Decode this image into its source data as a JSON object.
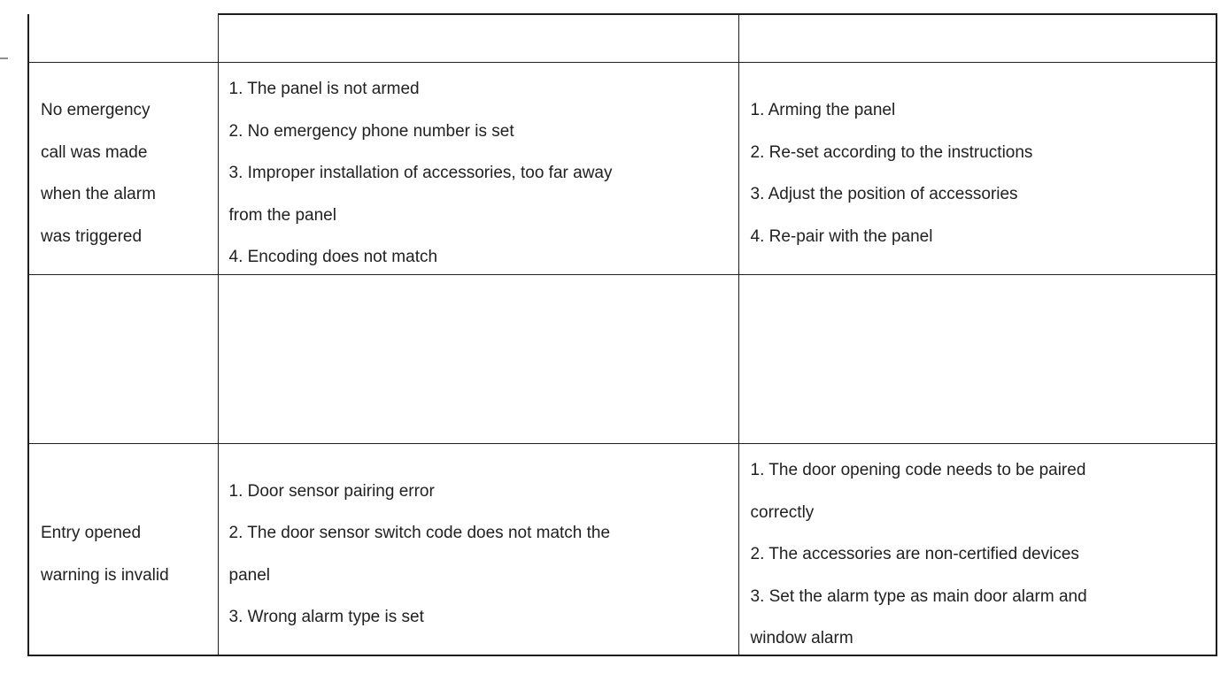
{
  "colors": {
    "background": "#ffffff",
    "text": "#212121",
    "border": "#1d1d1d"
  },
  "table": {
    "rows": [
      {
        "cells": [
          {
            "lines": []
          },
          {
            "lines": []
          },
          {
            "lines": []
          }
        ]
      },
      {
        "cells": [
          {
            "lines": [
              "No emergency",
              "call was made",
              "when the alarm",
              "was triggered"
            ]
          },
          {
            "lines": [
              "1. The panel is not armed",
              "2. No emergency phone number is set",
              "3. Improper installation of accessories, too far away",
              "from the panel",
              "4. Encoding does not match"
            ]
          },
          {
            "lines": [
              "1. Arming the panel",
              "2. Re-set according to the instructions",
              "3. Adjust the position of accessories",
              "4. Re-pair with the panel"
            ]
          }
        ]
      },
      {
        "cells": [
          {
            "lines": []
          },
          {
            "lines": []
          },
          {
            "lines": []
          }
        ]
      },
      {
        "cells": [
          {
            "lines": [
              "Entry opened",
              "warning is invalid"
            ]
          },
          {
            "lines": [
              "1. Door sensor pairing error",
              "2. The door sensor switch code does not match the",
              "panel",
              "3. Wrong alarm type is set"
            ]
          },
          {
            "lines": [
              "1. The door opening code needs to be paired",
              "correctly",
              "2. The accessories are non-certified devices",
              "3. Set the alarm type as main door alarm and",
              "window alarm"
            ]
          }
        ]
      }
    ]
  }
}
